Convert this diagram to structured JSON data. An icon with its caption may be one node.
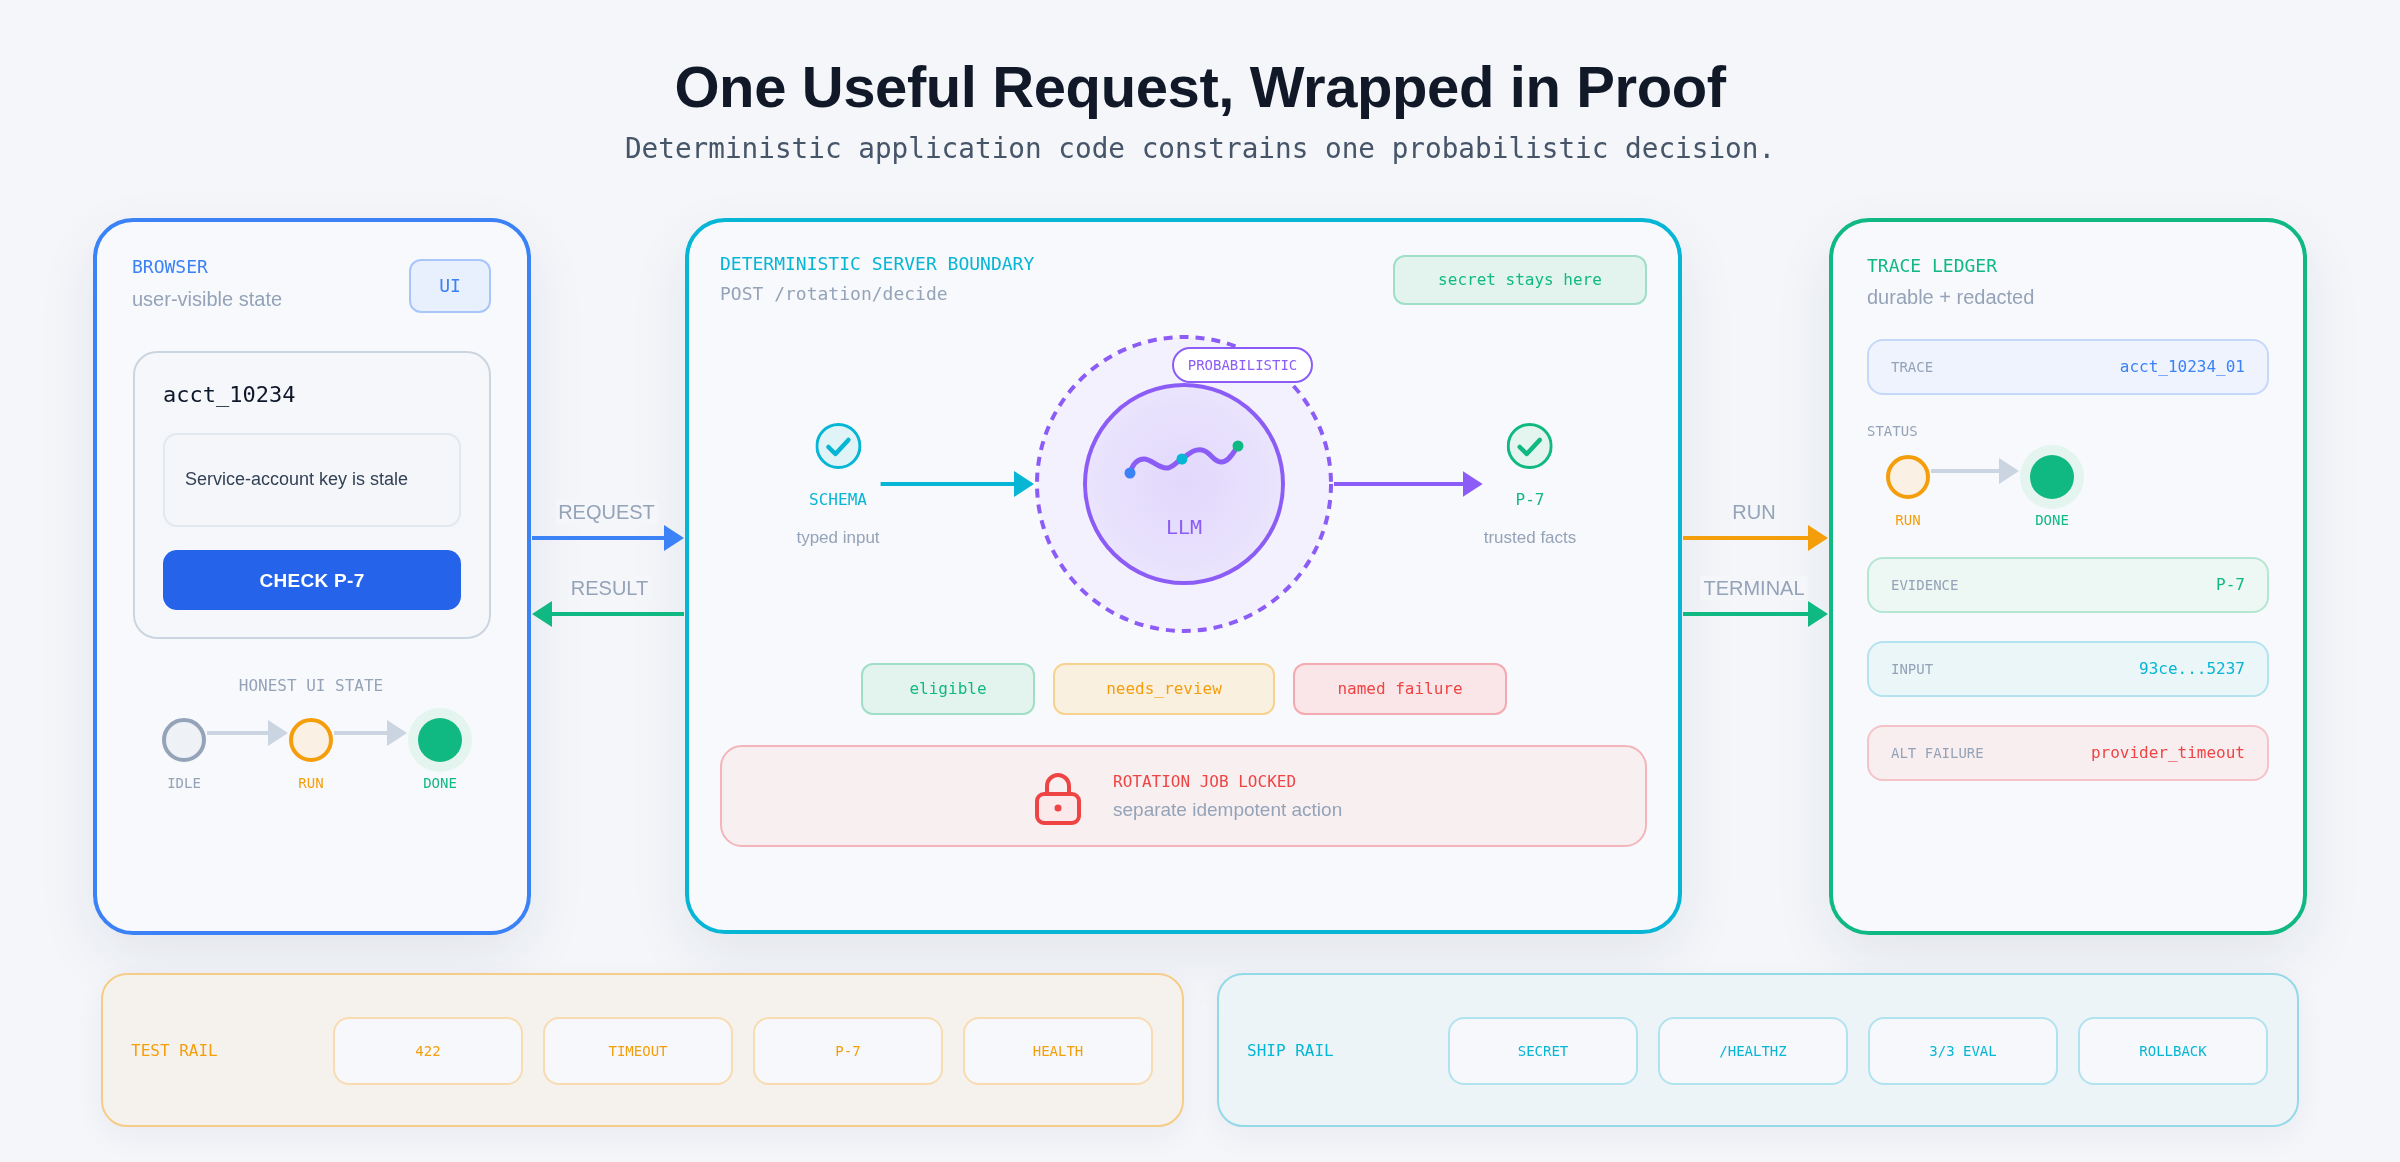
{
  "diagram": {
    "title": "One Useful Request, Wrapped in Proof",
    "nodes": [
      {
        "text": [
          "BROWSER",
          "user-visible state",
          "HONEST UI STATE"
        ]
      },
      {
        "text": [
          "UI"
        ],
        "in": 0
      },
      {
        "text": [
          "acct_10234"
        ],
        "in": 0
      },
      {
        "text": [
          "Service-account key is stale"
        ],
        "in": 2
      },
      {
        "text": [
          "CHECK P-7"
        ],
        "in": 2
      },
      {
        "text": [
          "IDLE"
        ],
        "in": 0
      },
      {
        "text": [
          "RUN"
        ],
        "in": 0
      },
      {
        "text": [
          "DONE"
        ],
        "in": 0
      },
      {
        "text": [
          "DETERMINISTIC SERVER BOUNDARY",
          "POST /rotation/decide"
        ]
      },
      {
        "text": [
          "secret stays here"
        ],
        "in": 8
      },
      {
        "text": [
          "SCHEMA",
          "typed input"
        ],
        "in": 8
      },
      {
        "text": [
          "PROBABILISTIC"
        ],
        "in": 8
      },
      {
        "text": [
          "LLM"
        ],
        "in": 11
      },
      {
        "text": [
          "P-7",
          "trusted facts"
        ],
        "in": 8
      },
      {
        "text": [
          "eligible"
        ],
        "in": 8
      },
      {
        "text": [
          "needs_review"
        ],
        "in": 8
      },
      {
        "text": [
          "named failure"
        ],
        "in": 8
      },
      {
        "text": [
          "ROTATION JOB LOCKED",
          "separate idempotent action"
        ],
        "in": 8
      },
      {
        "text": [
          "TRACE LEDGER",
          "durable + redacted",
          "STATUS"
        ]
      },
      {
        "text": [
          "TRACE",
          "acct_10234_01"
        ],
        "in": 18
      },
      {
        "text": [
          "RUN"
        ],
        "in": 18
      },
      {
        "text": [
          "DONE"
        ],
        "in": 18
      },
      {
        "text": [
          "EVIDENCE",
          "P-7"
        ],
        "in": 18
      },
      {
        "text": [
          "INPUT",
          "93ce...5237"
        ],
        "in": 18
      },
      {
        "text": [
          "ALT FAILURE",
          "provider_timeout"
        ],
        "in": 18
      },
      {
        "text": [
          "TEST RAIL"
        ]
      },
      {
        "text": [
          "422"
        ],
        "in": 25
      },
      {
        "text": [
          "TIMEOUT"
        ],
        "in": 25
      },
      {
        "text": [
          "P-7"
        ],
        "in": 25
      },
      {
        "text": [
          "HEALTH"
        ],
        "in": 25
      },
      {
        "text": [
          "SHIP RAIL"
        ]
      },
      {
        "text": [
          "SECRET"
        ],
        "in": 30
      },
      {
        "text": [
          "/HEALTHZ"
        ],
        "in": 30
      },
      {
        "text": [
          "3/3 EVAL"
        ],
        "in": 30
      },
      {
        "text": [
          "ROLLBACK"
        ],
        "in": 30
      }
    ],
    "edges": [
      {
        "from": 5,
        "to": 6,
        "arrow": "to"
      },
      {
        "from": 6,
        "to": 7,
        "arrow": "to"
      },
      {
        "from": 0,
        "to": 8,
        "arrow": "to",
        "label": "REQUEST",
        "color": "#3b82f6"
      },
      {
        "from": 8,
        "to": 0,
        "arrow": "to",
        "label": "RESULT",
        "color": "#10b981"
      },
      {
        "from": 10,
        "to": 11,
        "arrow": "to",
        "color": "#06b6d4"
      },
      {
        "from": 11,
        "to": 13,
        "arrow": "to",
        "color": "#8b5cf6"
      },
      {
        "from": 8,
        "to": 18,
        "arrow": "to",
        "label": "RUN",
        "color": "#f59e0b"
      },
      {
        "from": 8,
        "to": 18,
        "arrow": "to",
        "label": "TERMINAL",
        "color": "#10b981"
      },
      {
        "from": 20,
        "to": 21,
        "arrow": "to"
      }
    ],
    "labels": [
      "Deterministic application code constrains one probabilistic decision."
    ]
  }
}
